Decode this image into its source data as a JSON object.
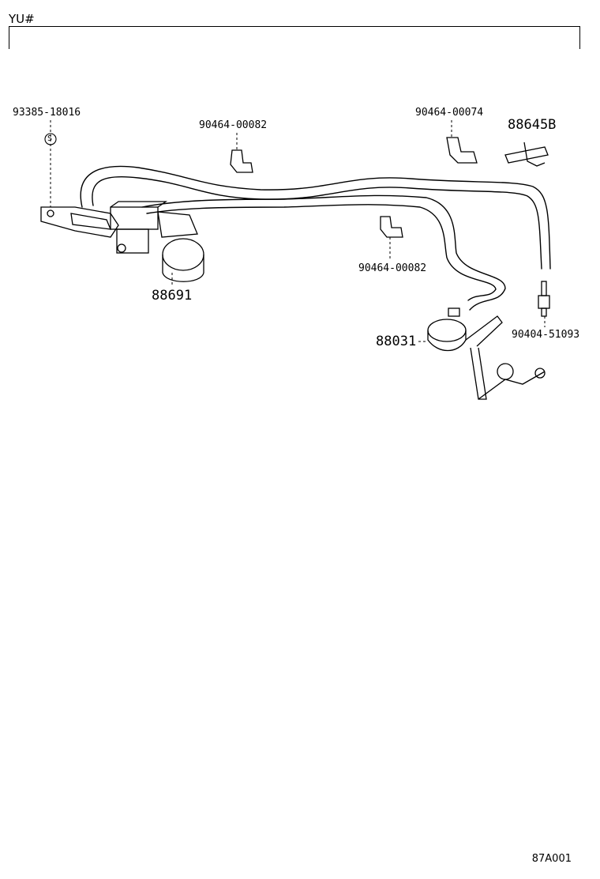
{
  "header": {
    "code": "YU#"
  },
  "parts": {
    "p93385": "93385-18016",
    "p90464_a": "90464-00082",
    "p90464_b": "90464-00074",
    "p88645": "88645B",
    "p90464_c": "90464-00082",
    "p88691": "88691",
    "p88031": "88031",
    "p90404": "90404-51093"
  },
  "footer": {
    "code": "87A001"
  },
  "icons": {
    "s_marker": "S"
  }
}
